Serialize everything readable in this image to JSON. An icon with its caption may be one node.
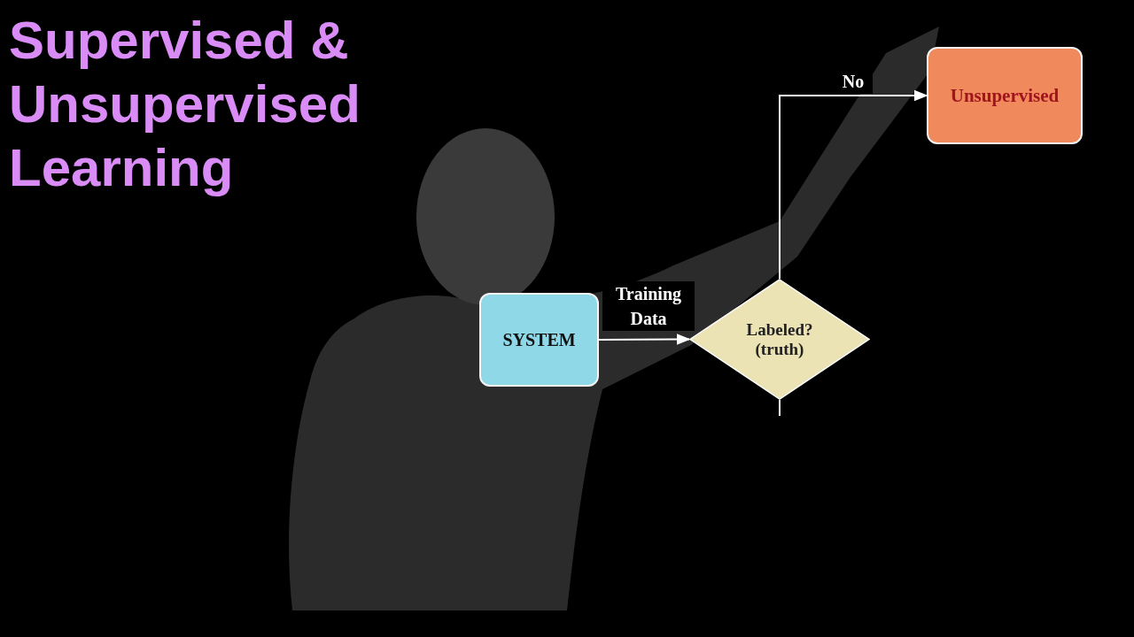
{
  "diagram": {
    "title": "Supervised & Unsupervised Learning",
    "nodes": [
      {
        "text": [
          "SYSTEM"
        ]
      },
      {
        "text": [
          "Labeled? (truth)"
        ]
      },
      {
        "text": [
          "Unsupervised"
        ]
      }
    ],
    "edges": [
      {
        "from": 0,
        "to": 1,
        "arrow": "to",
        "label": "Training Data"
      },
      {
        "from": 1,
        "to": 2,
        "arrow": "to",
        "label": "No"
      },
      {
        "from": 1,
        "to": null,
        "arrow": "none"
      }
    ]
  }
}
